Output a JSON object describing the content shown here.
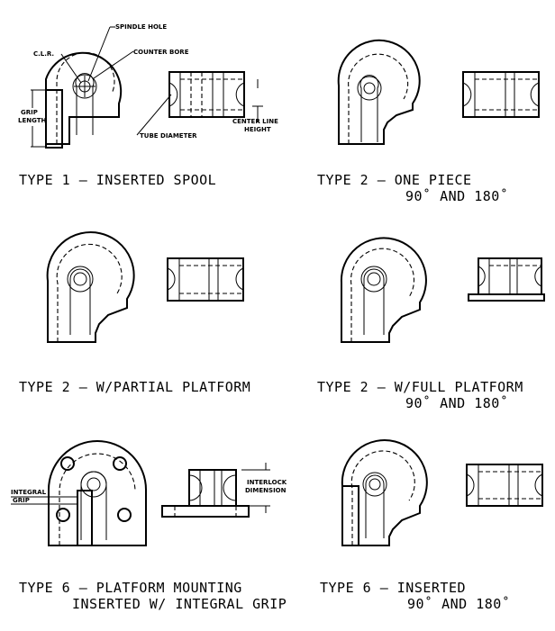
{
  "labels": {
    "spindle_hole": "SPINDLE HOLE",
    "clr": "C.L.R.",
    "counter_bore": "COUNTER BORE",
    "grip_length_1": "GRIP",
    "grip_length_2": "LENGTH",
    "tube_diameter": "TUBE DIAMETER",
    "center_line_height_1": "CENTER LINE",
    "center_line_height_2": "HEIGHT",
    "integral_grip_1": "INTEGRAL",
    "integral_grip_2": "GRIP",
    "interlock_dimension_1": "INTERLOCK",
    "interlock_dimension_2": "DIMENSION"
  },
  "captions": {
    "type1": "TYPE 1 – INSERTED SPOOL",
    "type2_one_piece_line1": "TYPE 2 – ONE PIECE",
    "type2_one_piece_line2": "90˚ AND 180˚",
    "type2_partial": "TYPE 2 – W/PARTIAL PLATFORM",
    "type2_full_line1": "TYPE 2 – W/FULL PLATFORM",
    "type2_full_line2": "90˚ AND 180˚",
    "type6_platform_line1": "TYPE 6 – PLATFORM MOUNTING",
    "type6_platform_line2": "INSERTED W/ INTEGRAL GRIP",
    "type6_inserted_line1": "TYPE 6 – INSERTED",
    "type6_inserted_line2": "90˚ AND 180˚"
  }
}
